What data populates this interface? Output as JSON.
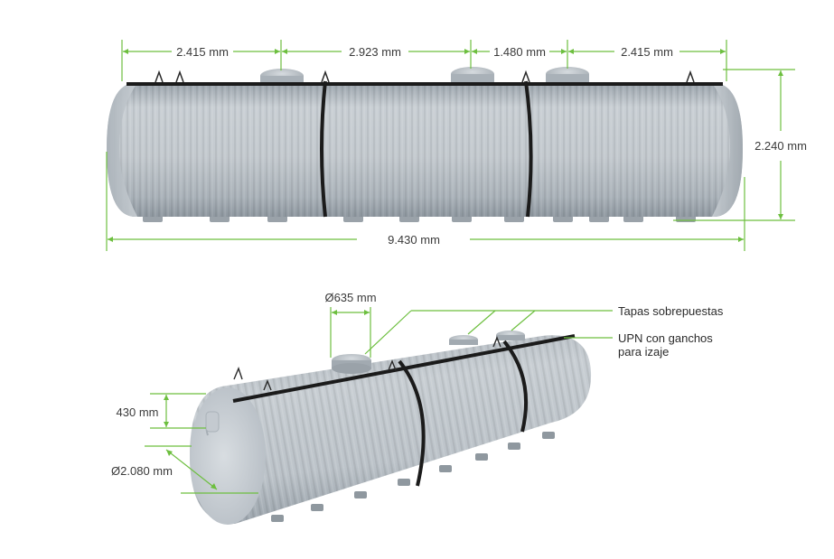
{
  "colors": {
    "dimension_line": "#6dbf3f",
    "tank_body": "#c5cbd1",
    "tank_shadow": "#a9b0b7",
    "tank_highlight": "#dde2e6",
    "strap": "#1b1b1b",
    "text": "#3a3a3a"
  },
  "top_view": {
    "dimensions": {
      "seg1": "2.415 mm",
      "seg2": "2.923 mm",
      "seg3": "1.480 mm",
      "seg4": "2.415 mm",
      "height": "2.240 mm",
      "total_length": "9.430 mm"
    }
  },
  "bottom_view": {
    "dimensions": {
      "lid_diameter": "Ø635 mm",
      "neck_height": "430 mm",
      "tank_diameter": "Ø2.080 mm"
    },
    "callouts": {
      "lids": "Tapas sobrepuestas",
      "upn_line1": "UPN con ganchos",
      "upn_line2": "para izaje"
    }
  }
}
